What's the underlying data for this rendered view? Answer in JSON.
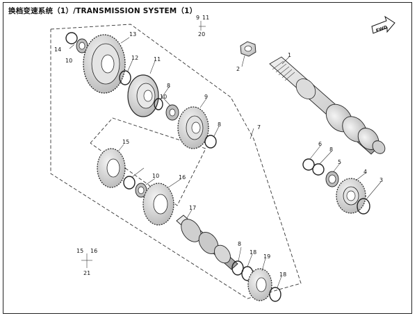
{
  "title": "换档变速系统（1）/TRANSMISSION SYSTEM（1）",
  "direction_label": "FWD",
  "callouts": [
    "1",
    "2",
    "3",
    "4",
    "5",
    "6",
    "7",
    "8",
    "8",
    "8",
    "8",
    "9",
    "9",
    "10",
    "10",
    "10",
    "11",
    "11",
    "12",
    "13",
    "14",
    "15",
    "15",
    "16",
    "16",
    "17",
    "18",
    "18",
    "19",
    "20",
    "21"
  ],
  "callout_groups": [
    {
      "items": [
        "9",
        "11"
      ],
      "total": "20"
    },
    {
      "items": [
        "15",
        "16"
      ],
      "total": "21"
    }
  ]
}
